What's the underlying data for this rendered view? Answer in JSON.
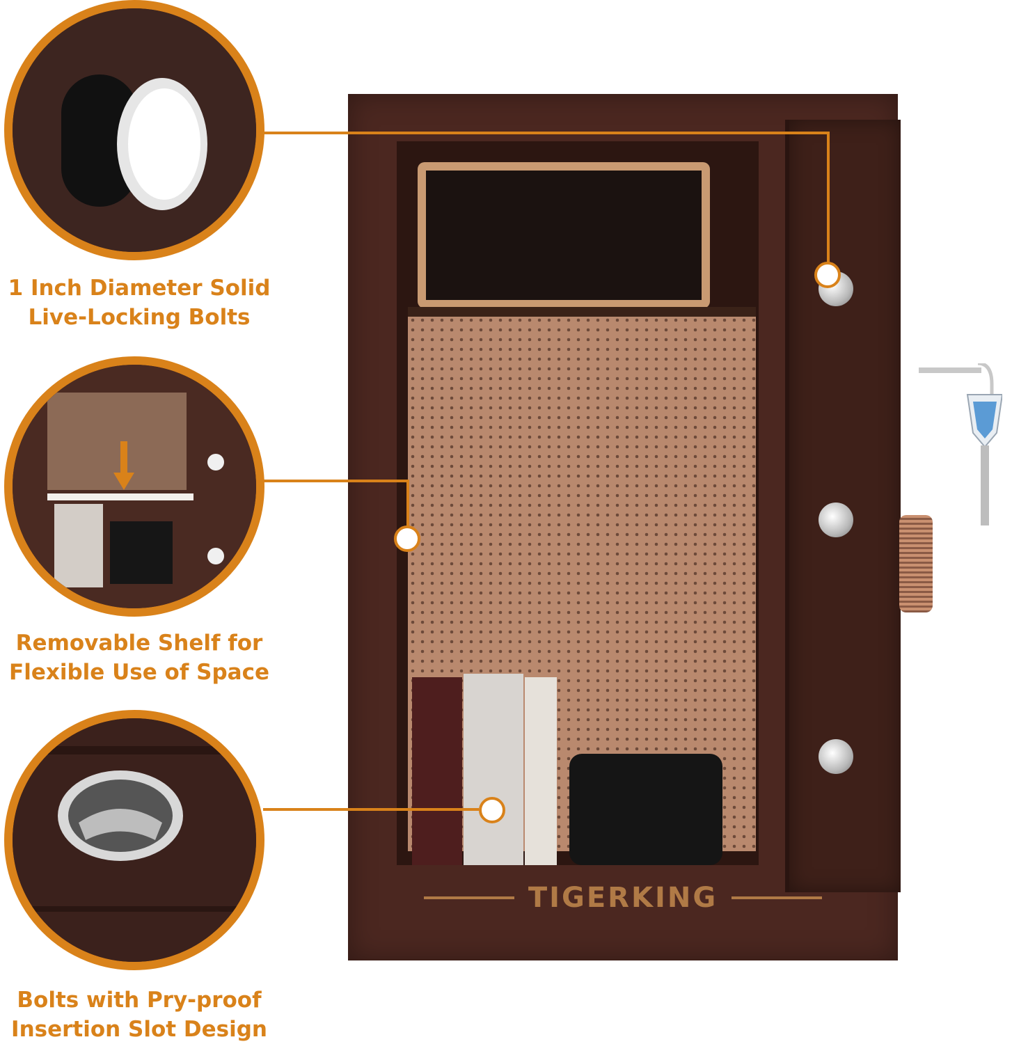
{
  "features": [
    {
      "line1": "1 Inch Diameter Solid",
      "line2": "Live-Locking Bolts"
    },
    {
      "line1": "Removable Shelf for",
      "line2": "Flexible Use of Space"
    },
    {
      "line1": "Bolts with Pry-proof",
      "line2": "Insertion Slot Design"
    }
  ],
  "brand": "TIGERKING",
  "colors": {
    "accent": "#d9821a",
    "safe_body": "#4b2720",
    "lining": "#b9896e"
  }
}
